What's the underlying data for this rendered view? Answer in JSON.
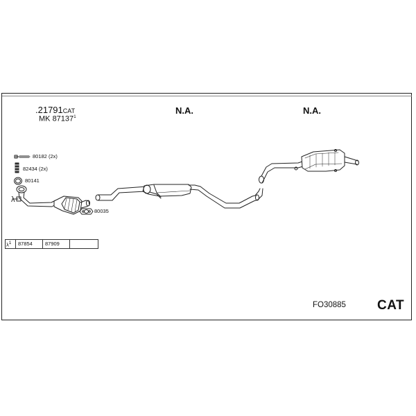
{
  "sections": [
    {
      "part_number": ".21791",
      "part_suffix": "CAT",
      "sub_prefix": "MK",
      "sub_number": "87137",
      "sub_note": "1"
    },
    {
      "part_number": "N.A."
    },
    {
      "part_number": "N.A."
    }
  ],
  "accessories": [
    {
      "number": "80182",
      "qty": "(2x)"
    },
    {
      "number": "82434",
      "qty": "(2x)"
    },
    {
      "number": "80141"
    },
    {
      "number": "80035"
    }
  ],
  "lambda": {
    "symbol": "λ",
    "table_head": "λ",
    "table_head_note": "1",
    "cells": [
      "87854",
      "87909",
      ""
    ]
  },
  "footer": {
    "reference": "FO30885",
    "type_label": "CAT"
  }
}
